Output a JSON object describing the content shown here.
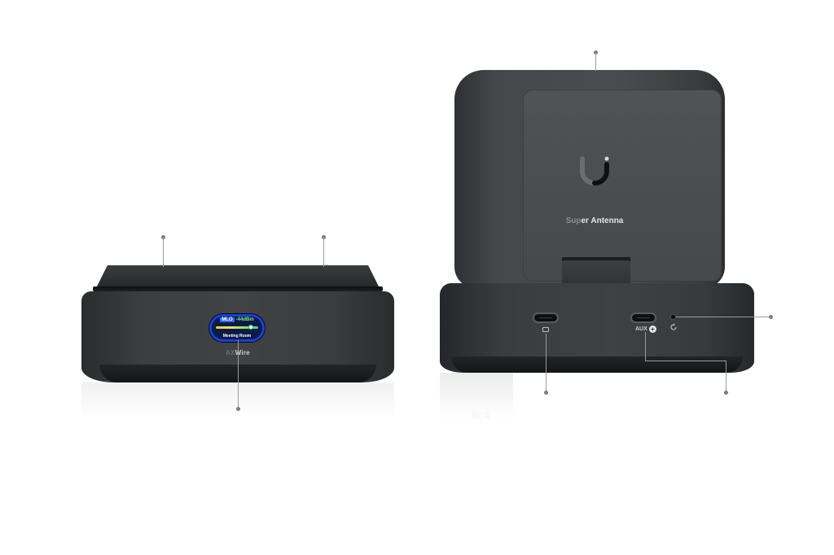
{
  "left_device": {
    "display": {
      "tag": "MLO",
      "signal": "-44dBm",
      "room": "Meeting Room",
      "signal_level": 0.82
    },
    "brand_prefix": "AX",
    "brand_suffix": "Wire"
  },
  "right_device": {
    "antenna_label_prefix": "Su",
    "antenna_label_suffix": "er Antenna",
    "aux_label": "AUX",
    "aux_symbol": "+",
    "logo": "ubiquiti-u-logo",
    "reflection_text": "9c4"
  },
  "icons": {
    "usb": "usb-c-port-icon",
    "reset": "reset-icon"
  },
  "colors": {
    "device_body": "#3c3e40",
    "display_bg": "#0d1a46",
    "display_ring": "#1a3fd8",
    "signal_text": "#7cf07c"
  }
}
